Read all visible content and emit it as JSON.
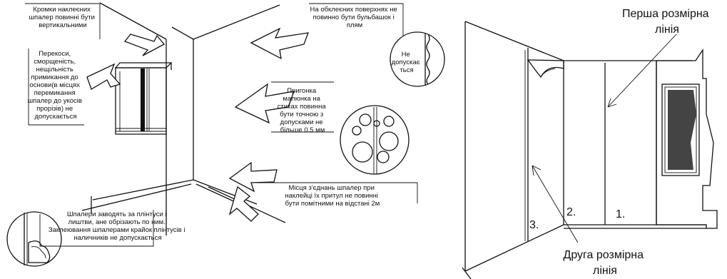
{
  "left_diagram": {
    "note_vertical_edges": [
      "Кромки наклеєних",
      "шпалер повинні бути",
      "вертикальними"
    ],
    "note_no_bubbles": [
      "На обклеєних поверхнях не",
      "повинно бути бульбашок і",
      "плям"
    ],
    "note_distortions": [
      "Перекоси,",
      "сморщеність,",
      "нещільність",
      "примикання до",
      "основи(в місцях",
      "перемикання",
      "шпалер до укосів",
      "прорізів) не",
      "допускається"
    ],
    "note_pattern_match": [
      "Пригонка",
      "малюнка на",
      "стиках повинна",
      "бути точною з",
      "допусками не",
      "більше 0.5 мм"
    ],
    "note_joints": [
      "Місця з'єднань шпалер при",
      "наклейці їх притул не повинні",
      "бути помітними на відстані 2м"
    ],
    "note_skirting": [
      "Шпалери заводять за плінтуси і",
      "лиштви, ане обрізають по ним.",
      "Заклеювання шпалерами крайок плінтусів і",
      "наличників не допускається"
    ],
    "detail_not_allowed": [
      "Не",
      "допускає",
      "ться"
    ]
  },
  "right_diagram": {
    "first_dim_line": [
      "Перша розмірна",
      "лінія"
    ],
    "second_dim_line": [
      "Друга розмірна",
      "лінія"
    ],
    "strip_numbers": [
      "1.",
      "2.",
      "3."
    ]
  }
}
